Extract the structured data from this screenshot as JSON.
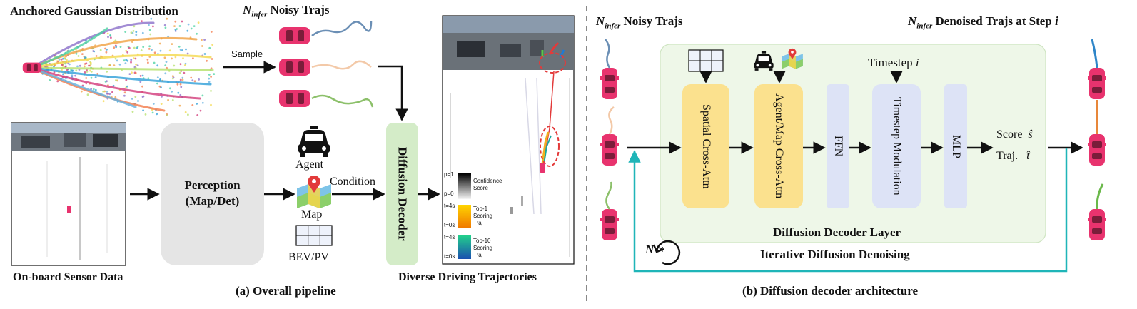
{
  "left": {
    "gaussian_title": "Anchored Gaussian Distribution",
    "noisy_trajs_sym": "N",
    "noisy_trajs_sub": "infer",
    "noisy_trajs_label": " Noisy Trajs",
    "sample_label": "Sample",
    "sensor_caption": "On-board Sensor Data",
    "perception_line1": "Perception",
    "perception_line2": "(Map/Det)",
    "agent_label": "Agent",
    "condition_label": "Condition",
    "map_label": "Map",
    "bevpv_label": "BEV/PV",
    "decoder_label": "Diffusion Decoder",
    "diverse_caption": "Diverse Driving Trajectories",
    "subcaption": "(a) Overall pipeline",
    "legend": {
      "p1": "p=1",
      "p0": "p=0",
      "confidence": "Confidence",
      "score": "Score",
      "t4s_a": "t=4s",
      "t0s_a": "t=0s",
      "top1_a": "Top-1",
      "top1_b": "Scoring",
      "top1_c": "Traj",
      "t4s_b": "t=4s",
      "t0s_b": "t=0s",
      "top10_a": "Top-10",
      "top10_b": "Scoring",
      "top10_c": "Traj"
    }
  },
  "right": {
    "noisy_sym": "N",
    "noisy_sub": "infer",
    "noisy_label": " Noisy Trajs",
    "denoised_sym": "N",
    "denoised_sub": "infer",
    "denoised_label": " Denoised Trajs at Step ",
    "denoised_i": "i",
    "timestep_label": "Timestep ",
    "timestep_i": "i",
    "spatial_label": "Spatial Cross-Attn",
    "agentmap_label": "Agent/Map Cross-Attn",
    "ffn_label": "FFN",
    "modulation_label": "Timestep Modulation",
    "mlp_label": "MLP",
    "score_label": "Score",
    "score_sym": "ŝ",
    "traj_label": "Traj.",
    "traj_sym": "t̂",
    "layer_label": "Diffusion Decoder Layer",
    "n_times": "N ×",
    "iterative_label": "Iterative Diffusion Denoising",
    "subcaption": "(b) Diffusion decoder architecture"
  },
  "colors": {
    "car": "#e8336e",
    "decoder_green": "#d4ecc8",
    "attn_yellow": "#fbe18e",
    "ffn_blue": "#dde3f6",
    "layer_bg": "#eef7e8",
    "loop_cyan": "#1fb5b8",
    "perception_gray": "#e5e5e5"
  }
}
